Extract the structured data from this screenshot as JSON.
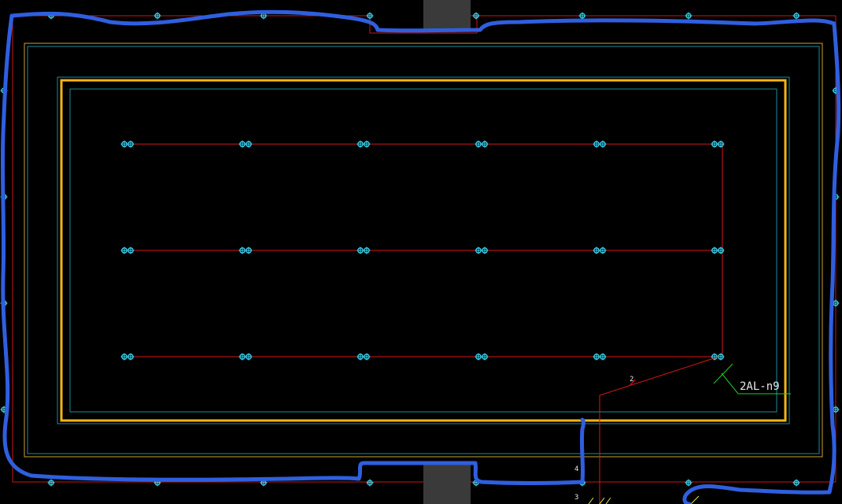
{
  "drawing": {
    "circuit_label": "2AL-n9",
    "wire_numbers": [
      "2",
      "4",
      "3"
    ],
    "fixture_grid": {
      "rows": 3,
      "columns": 6
    },
    "colors": {
      "background": "#000000",
      "room_outline": "#cc1414",
      "circuit_wire": "#d81818",
      "outer_wall": "#c8a035",
      "inner_wall": "#1a8c9a",
      "frame": "#f3b418",
      "fixture": "#3ad4f0",
      "annotation_leader": "#22cc22",
      "annotation_text": "#e8e8e8",
      "markup_stroke": "#2f5fe0",
      "column_fill": "#3a3a3a",
      "hatch": "#e8e040"
    }
  }
}
